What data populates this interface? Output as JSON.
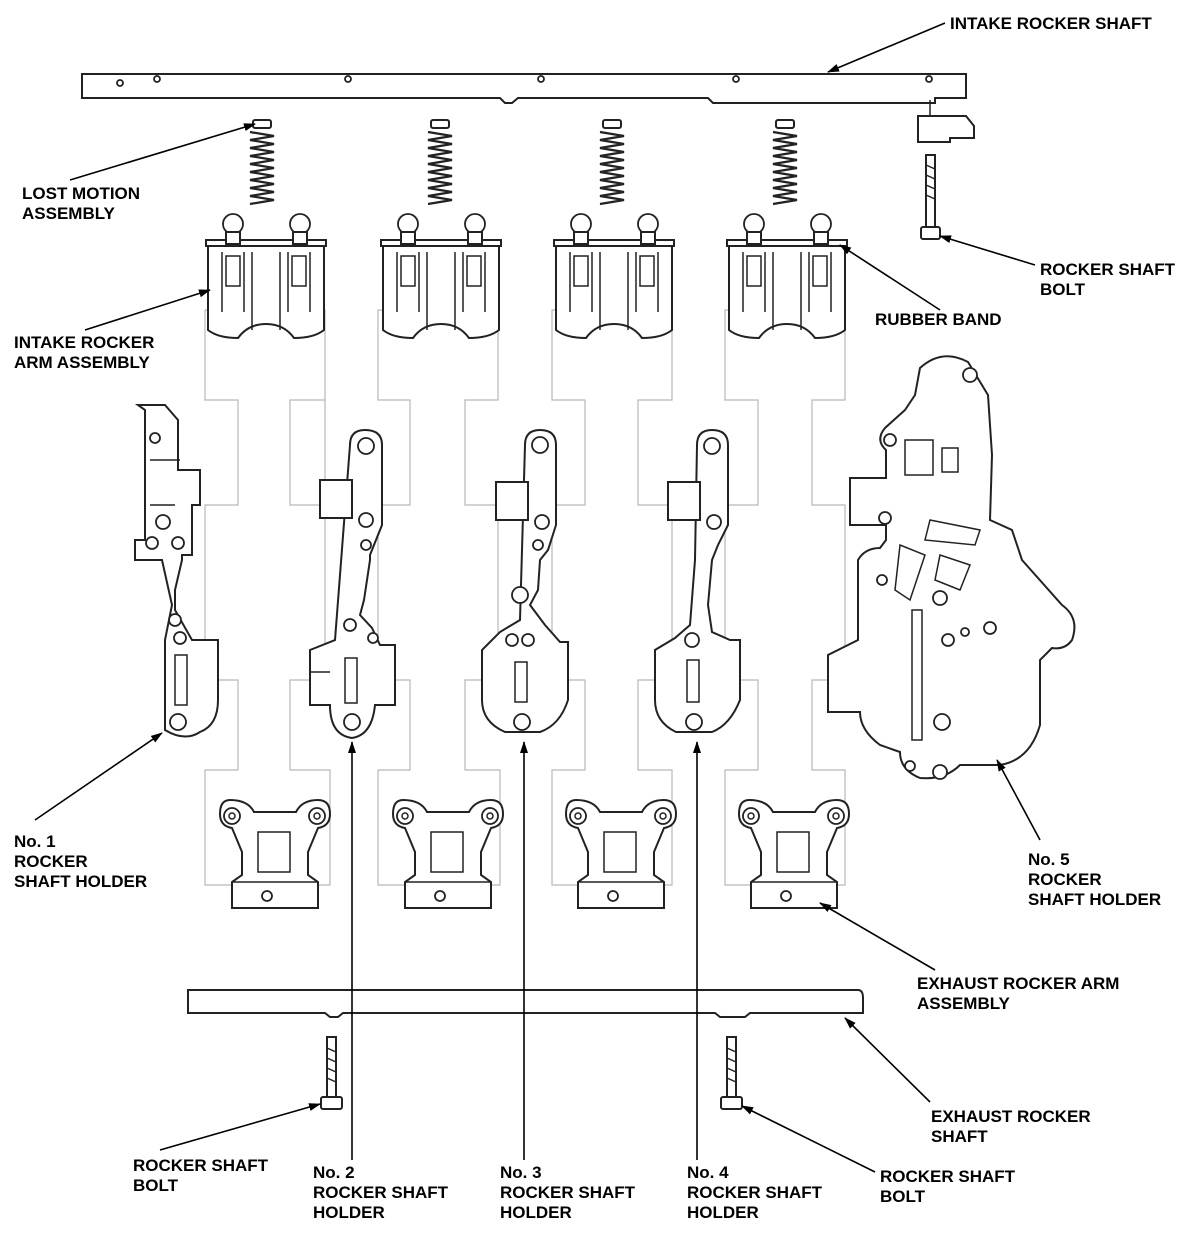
{
  "labels": {
    "intake_rocker_shaft": [
      "INTAKE ROCKER SHAFT"
    ],
    "lost_motion_assembly": [
      "LOST MOTION",
      "ASSEMBLY"
    ],
    "rocker_shaft_bolt_top": [
      "ROCKER SHAFT",
      "BOLT"
    ],
    "rubber_band": [
      "RUBBER BAND"
    ],
    "intake_rocker_arm_assembly": [
      "INTAKE ROCKER",
      "ARM ASSEMBLY"
    ],
    "no1_rocker_shaft_holder": [
      "No. 1",
      "ROCKER",
      "SHAFT HOLDER"
    ],
    "no5_rocker_shaft_holder": [
      "No. 5",
      "ROCKER",
      "SHAFT HOLDER"
    ],
    "exhaust_rocker_arm_assembly": [
      "EXHAUST ROCKER ARM",
      "ASSEMBLY"
    ],
    "exhaust_rocker_shaft": [
      "EXHAUST ROCKER",
      "SHAFT"
    ],
    "rocker_shaft_bolt_bottom_left": [
      "ROCKER SHAFT",
      "BOLT"
    ],
    "no2_rocker_shaft_holder": [
      "No. 2",
      "ROCKER SHAFT",
      "HOLDER"
    ],
    "no3_rocker_shaft_holder": [
      "No. 3",
      "ROCKER SHAFT",
      "HOLDER"
    ],
    "no4_rocker_shaft_holder": [
      "No. 4",
      "ROCKER SHAFT",
      "HOLDER"
    ],
    "rocker_shaft_bolt_bottom_right": [
      "ROCKER SHAFT",
      "BOLT"
    ]
  }
}
